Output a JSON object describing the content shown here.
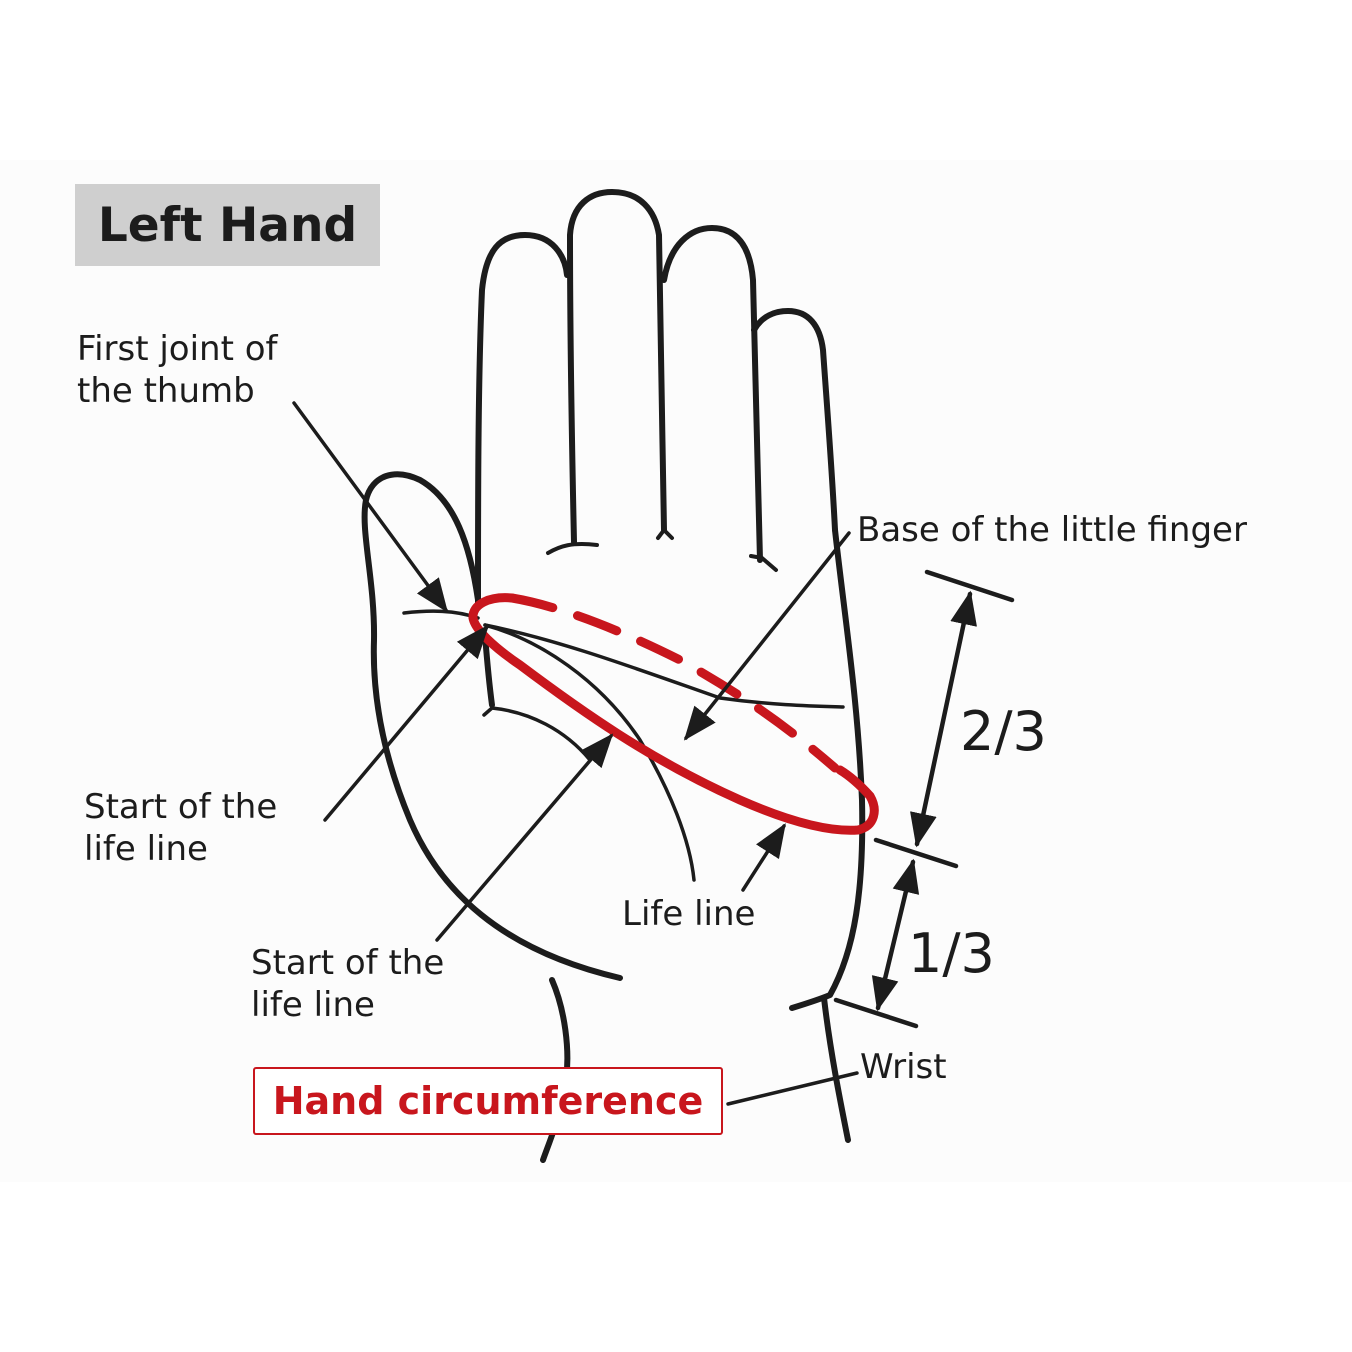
{
  "title": "Left Hand",
  "labels": {
    "first_joint_thumb": [
      "First joint of",
      "the thumb"
    ],
    "base_little_finger": "Base of the little finger",
    "start_life_line_1": [
      "Start of the",
      "life line"
    ],
    "start_life_line_2": [
      "Start of the",
      "life line"
    ],
    "life_line": "Life line",
    "wrist": "Wrist"
  },
  "proportions": {
    "upper": "2/3",
    "lower": "1/3"
  },
  "callout": {
    "text": "Hand circumference"
  },
  "colors": {
    "ink": "#1c1c1c",
    "accent_red": "#c8161d",
    "title_bg": "#cfcfcf"
  },
  "icons": {
    "measurement_loop": "dashed-ellipse",
    "arrows": "triangle-arrowhead"
  }
}
